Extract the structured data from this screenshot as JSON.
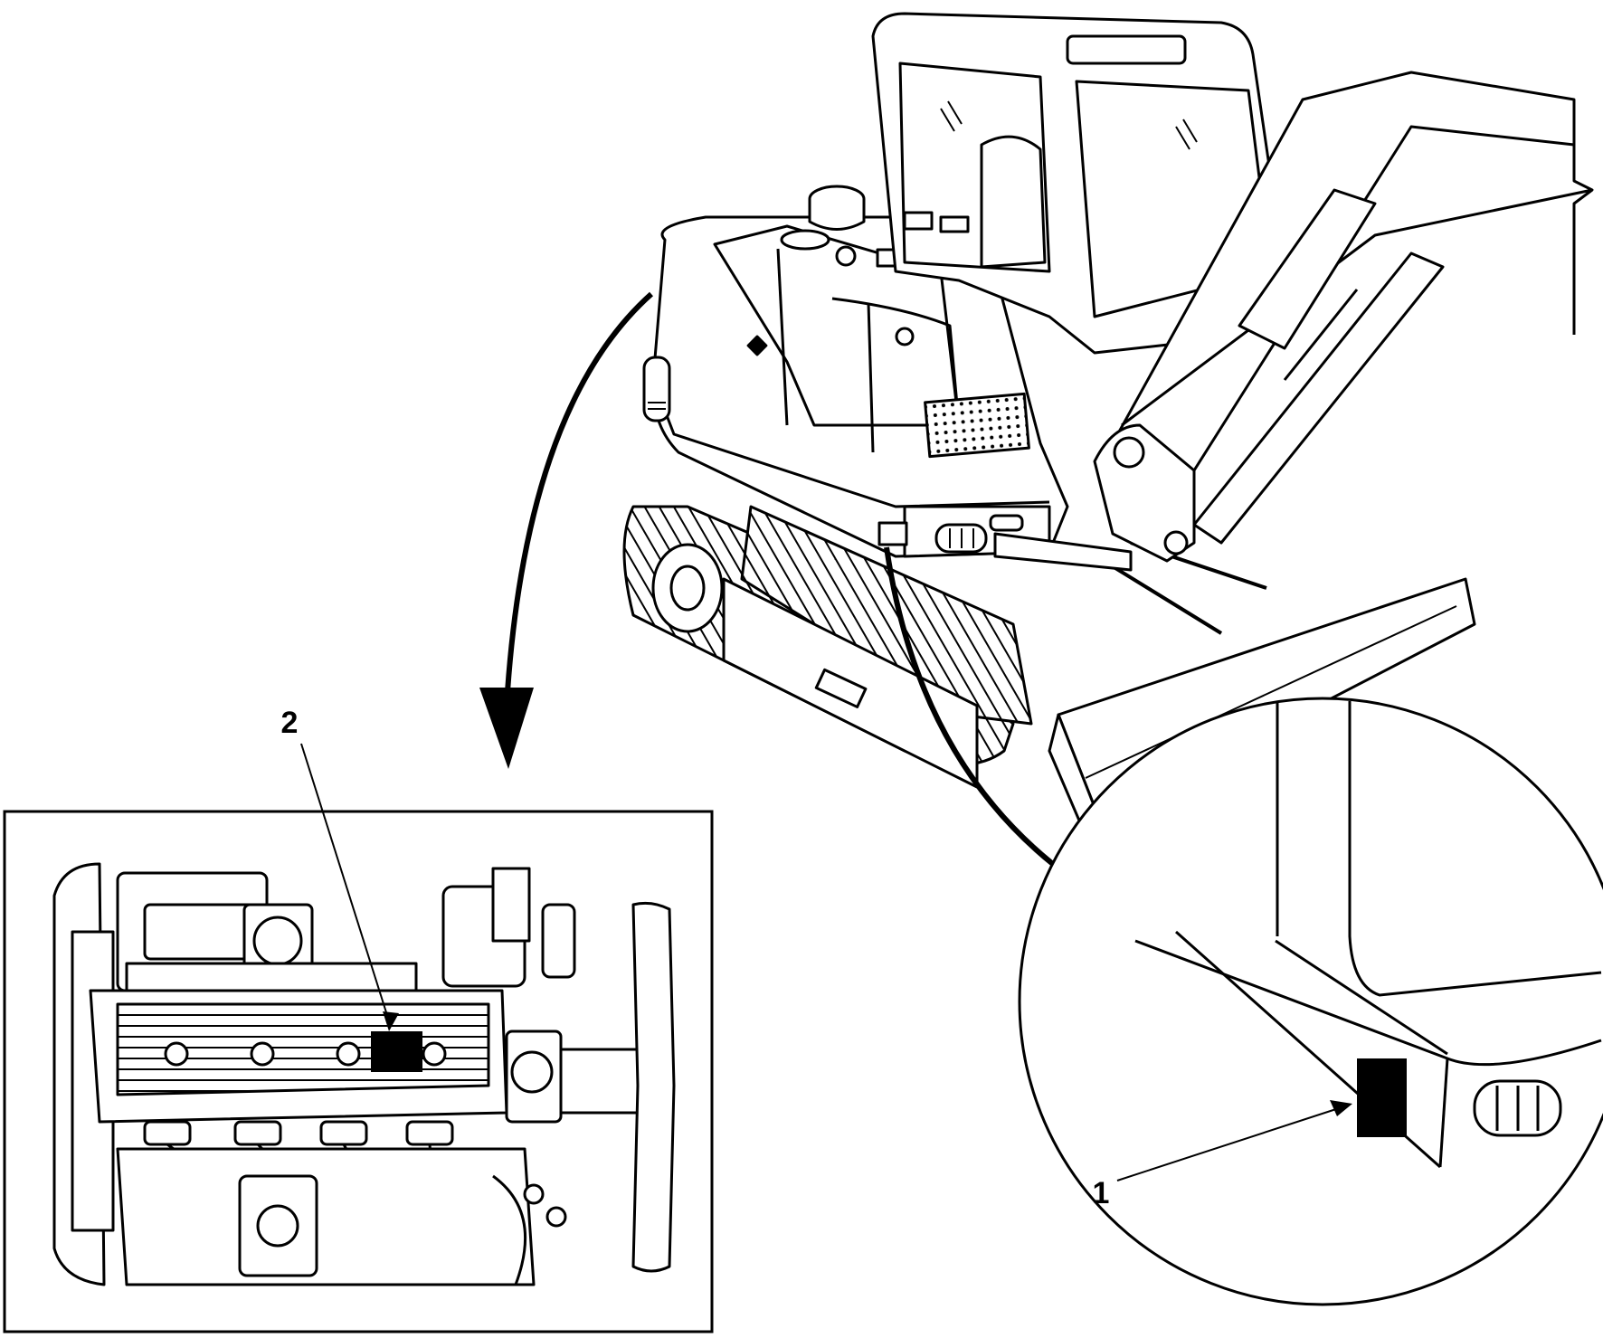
{
  "callouts": [
    {
      "id": "1",
      "label": "1",
      "target": "serial-plate"
    },
    {
      "id": "2",
      "label": "2",
      "target": "engine-plate"
    }
  ],
  "colors": {
    "line": "#000000",
    "paper": "#ffffff",
    "plate": "#000000"
  },
  "icons": [
    "excavator-drawing",
    "engine-drawing",
    "magnifier-circle",
    "pointer-arrow"
  ]
}
